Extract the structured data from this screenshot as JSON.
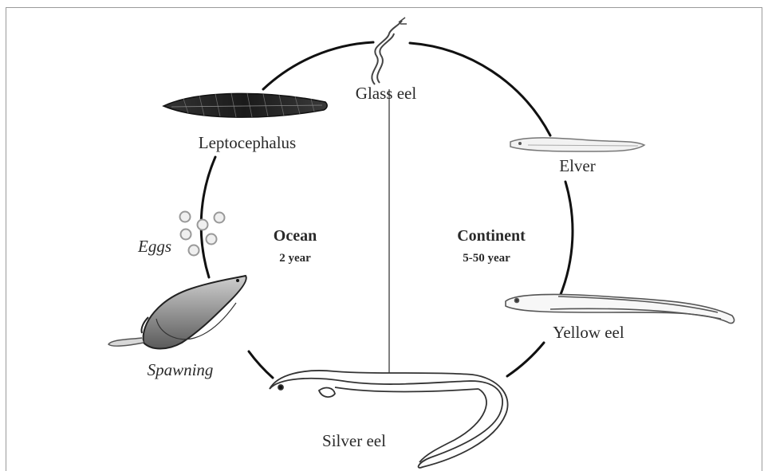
{
  "stages": {
    "glass_eel": "Glass eel",
    "leptocephalus": "Leptocephalus",
    "elver": "Elver",
    "eggs": "Eggs",
    "spawning": "Spawning",
    "silver_eel": "Silver eel",
    "yellow_eel": "Yellow eel"
  },
  "regions": {
    "ocean": {
      "name": "Ocean",
      "duration": "2 year"
    },
    "continent": {
      "name": "Continent",
      "duration": "5-50 year"
    }
  }
}
